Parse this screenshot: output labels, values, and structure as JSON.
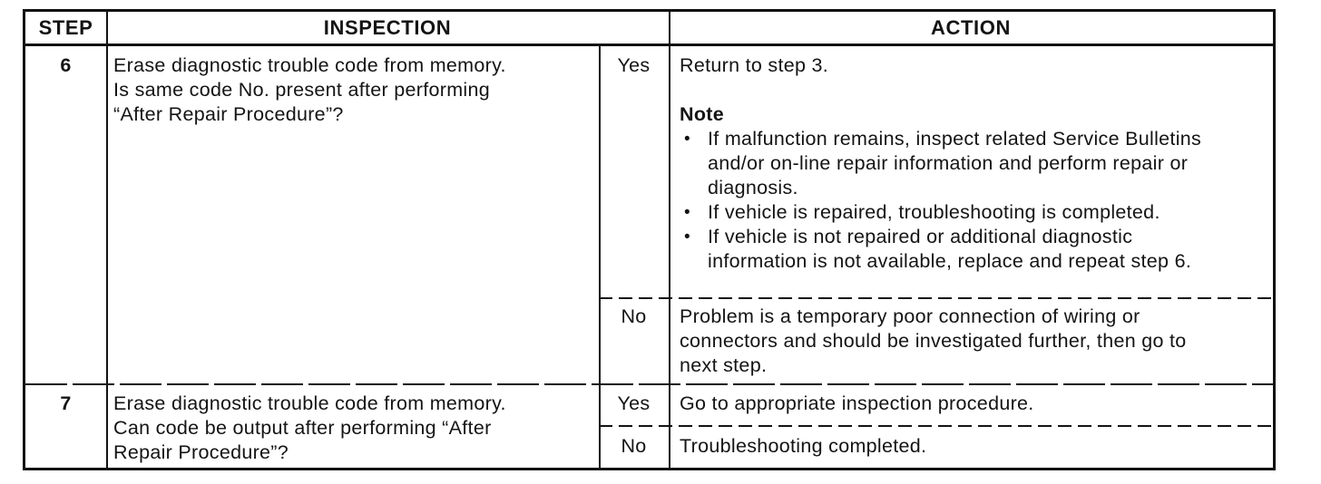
{
  "icons": {
    "bullet": "•"
  },
  "table": {
    "headers": {
      "step": "STEP",
      "inspection": "INSPECTION",
      "action": "ACTION"
    },
    "rows": [
      {
        "step": "6",
        "inspection_lines": [
          "Erase diagnostic trouble code from memory.",
          "Is same code No. present after performing",
          "“After Repair Procedure”?"
        ],
        "branches": [
          {
            "answer": "Yes",
            "action_lines": [
              "Return to step 3."
            ],
            "note": {
              "label": "Note",
              "bullets": [
                {
                  "lines": [
                    "If malfunction remains, inspect related Service Bulletins",
                    "and/or on-line repair information and perform repair or",
                    "diagnosis."
                  ]
                },
                {
                  "lines": [
                    "If vehicle is repaired, troubleshooting is completed."
                  ]
                },
                {
                  "lines": [
                    "If vehicle is not repaired or additional diagnostic",
                    "information is not available, replace and repeat step 6."
                  ]
                }
              ]
            }
          },
          {
            "answer": "No",
            "action_lines": [
              "Problem is a temporary poor connection of wiring or",
              "connectors and should be investigated further, then go to",
              "next step."
            ]
          }
        ]
      },
      {
        "step": "7",
        "inspection_lines": [
          "Erase diagnostic trouble code from memory.",
          "Can code be output after performing “After",
          "Repair Procedure”?"
        ],
        "branches": [
          {
            "answer": "Yes",
            "action_lines": [
              "Go to appropriate inspection procedure."
            ]
          },
          {
            "answer": "No",
            "action_lines": [
              "Troubleshooting completed."
            ]
          }
        ]
      }
    ]
  }
}
